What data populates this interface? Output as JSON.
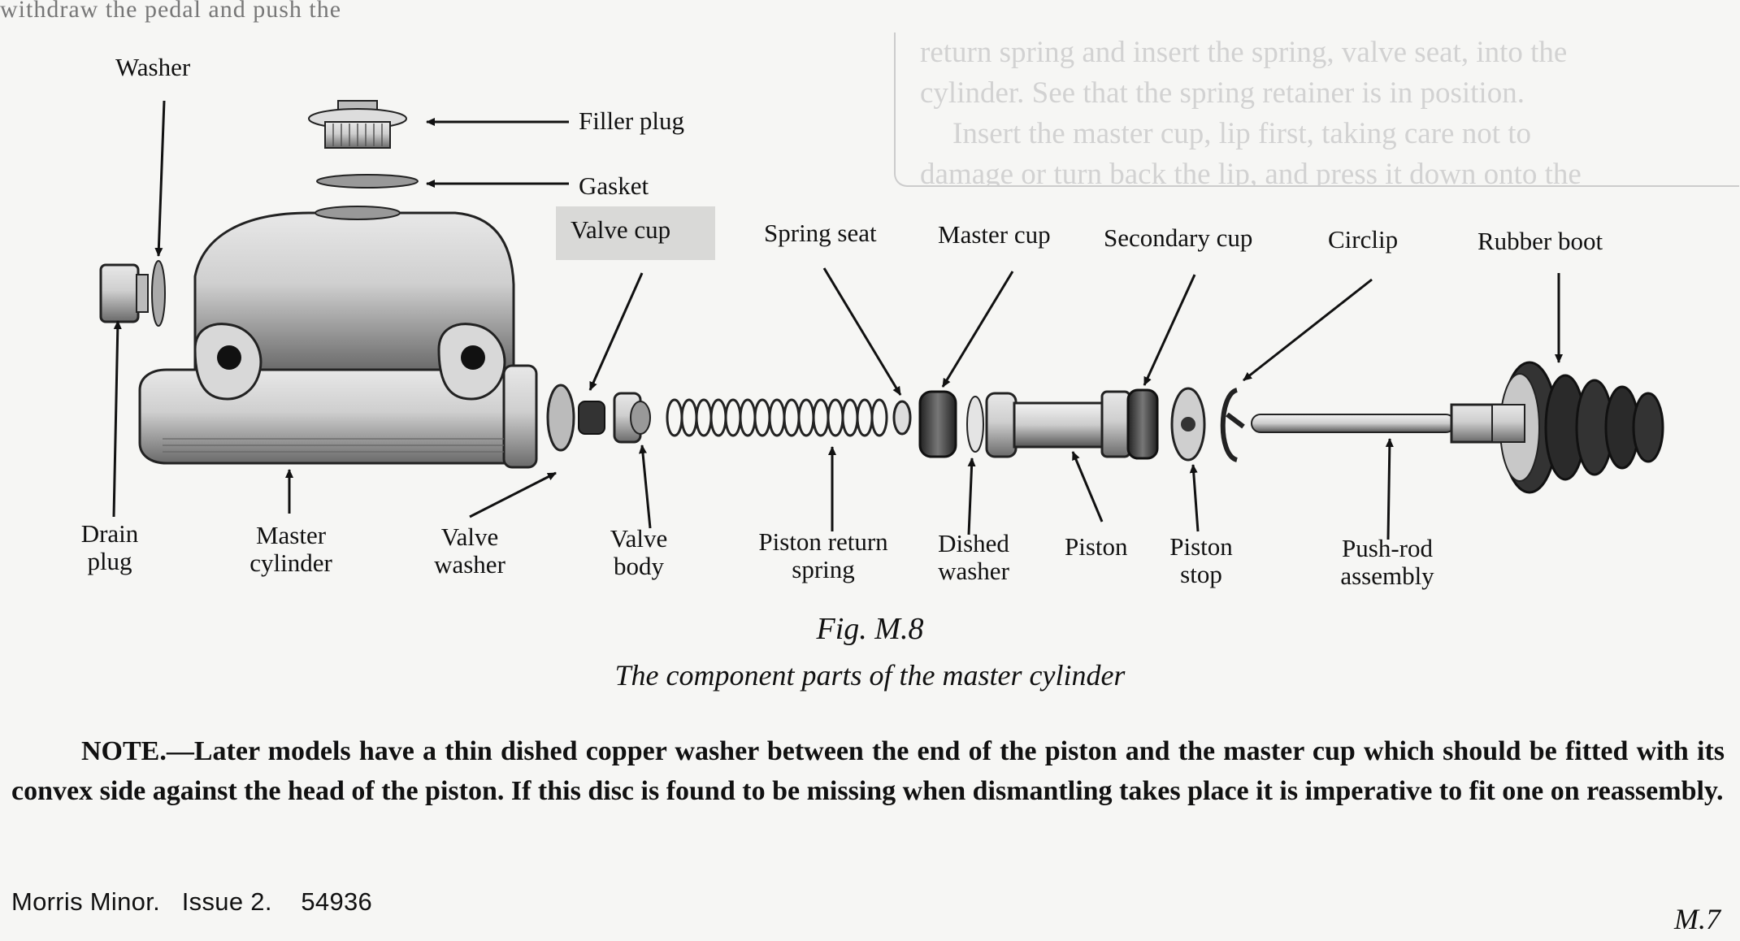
{
  "top_strip_text": "withdraw the pedal and push the",
  "background_text": {
    "lines": [
      "return spring and insert the spring, valve seat, into the",
      "cylinder. See that the spring retainer is in position.",
      "Insert the master cup, lip first, taking care not to",
      "damage or turn back the lip, and press it down onto the"
    ]
  },
  "labels": {
    "washer": "Washer",
    "filler_plug": "Filler plug",
    "gasket": "Gasket",
    "valve_cup": "Valve cup",
    "spring_seat": "Spring seat",
    "master_cup": "Master cup",
    "secondary_cup": "Secondary cup",
    "circlip": "Circlip",
    "rubber_boot": "Rubber boot",
    "drain_plug": "Drain\nplug",
    "master_cylinder": "Master\ncylinder",
    "valve_washer": "Valve\nwasher",
    "valve_body": "Valve\nbody",
    "piston_return_spring": "Piston return\nspring",
    "dished_washer": "Dished\nwasher",
    "piston": "Piston",
    "piston_stop": "Piston\nstop",
    "push_rod_assembly": "Push-rod\nassembly"
  },
  "figure": {
    "number": "Fig. M.8",
    "caption": "The component parts of the master cylinder"
  },
  "note": "NOTE.—Later models have a thin dished copper washer between the end of the piston and the master cup which should be fitted with its convex side against the head of the piston. If this disc is found to be missing when dismantling takes place it is imperative to fit one on reassembly.",
  "footer": {
    "left": "Morris Minor.   Issue 2.    54936",
    "right": "M.7"
  }
}
